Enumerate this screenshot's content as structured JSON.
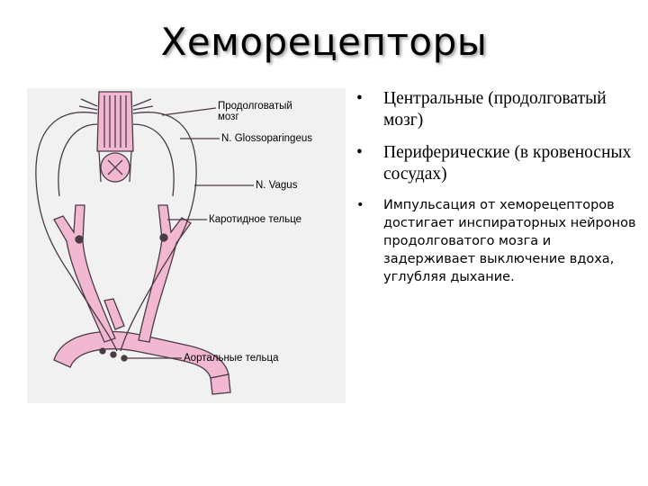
{
  "title": "Хеморецепторы",
  "figure": {
    "labels": {
      "medulla": "Продолговатый\nмозг",
      "glosso": "N. Glossoparingeus",
      "vagus": "N. Vagus",
      "carotid": "Каротидное тельце",
      "aortic": "Аортальные тельца"
    },
    "colors": {
      "vessel": "#f2b8d2",
      "outline": "#4a3a44",
      "background": "#f1f1f1"
    }
  },
  "bullets": [
    {
      "marker": "•",
      "text": "Центральные (продолговатый мозг)"
    },
    {
      "marker": "•",
      "text": "Периферические (в кровеносных сосудах)"
    },
    {
      "marker": "•",
      "text": "Импульсация от хеморецепторов достигает инспираторных нейронов продолговатого мозга и задерживает выключение вдоха, углубляя дыхание."
    }
  ]
}
